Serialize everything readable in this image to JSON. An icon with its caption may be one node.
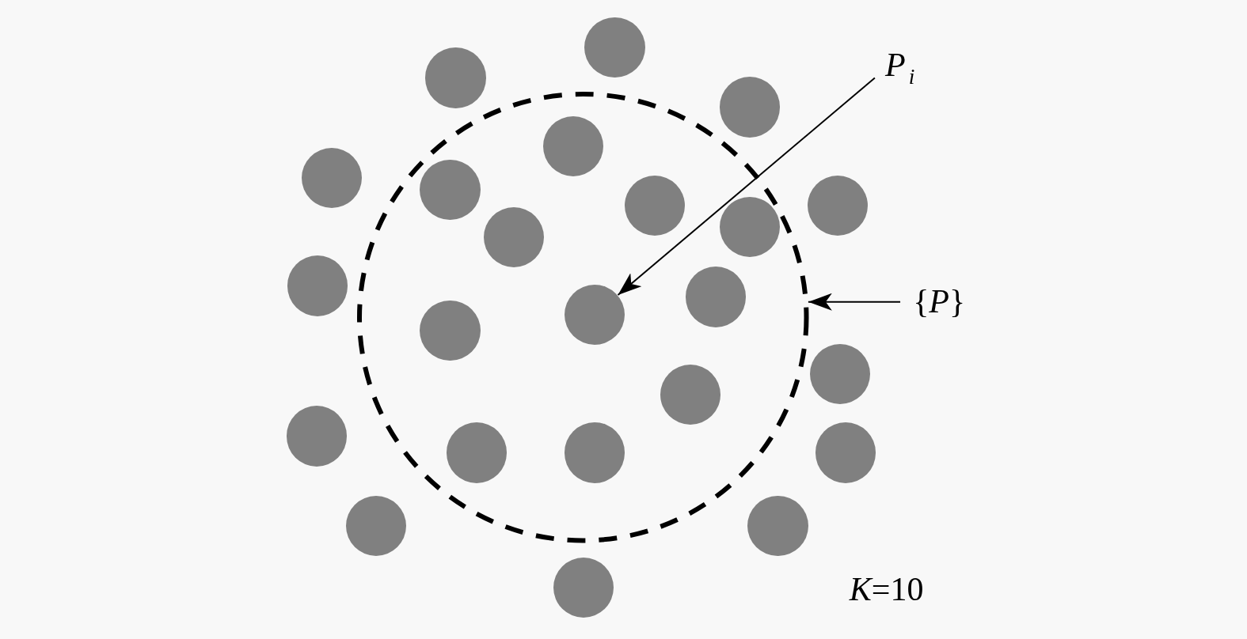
{
  "diagram": {
    "nodes": [
      {
        "text": [],
        "shape": "circle"
      },
      {
        "text": [
          "P$_{i}$"
        ]
      },
      {
        "text": [],
        "shape": "circle"
      },
      {
        "text": [],
        "shape": "circle"
      },
      {
        "text": [],
        "shape": "circle"
      },
      {
        "text": [],
        "shape": "circle",
        "in": 3
      },
      {
        "text": [],
        "shape": "circle"
      },
      {
        "text": [],
        "shape": "circle",
        "in": 3
      },
      {
        "text": [],
        "shape": "circle",
        "in": 3
      },
      {
        "text": [],
        "shape": "circle"
      },
      {
        "text": [],
        "shape": "circle",
        "in": 3
      },
      {
        "text": [],
        "shape": "circle",
        "in": 3
      },
      {
        "text": [],
        "shape": "circle"
      },
      {
        "text": [],
        "shape": "circle",
        "in": 3
      },
      {
        "text": [
          "{*P*}"
        ]
      },
      {
        "text": [],
        "shape": "circle",
        "in": 3
      },
      {
        "text": [],
        "shape": "circle",
        "in": 3
      },
      {
        "text": [],
        "shape": "circle"
      },
      {
        "text": [],
        "shape": "circle",
        "in": 3
      },
      {
        "text": [],
        "shape": "circle"
      },
      {
        "text": [],
        "shape": "circle",
        "in": 3
      },
      {
        "text": [],
        "shape": "circle",
        "in": 3
      },
      {
        "text": [],
        "shape": "circle"
      },
      {
        "text": [],
        "shape": "circle"
      },
      {
        "text": [],
        "shape": "circle"
      },
      {
        "text": [],
        "shape": "circle"
      }
    ],
    "edges": [
      {
        "from": 1,
        "to": 15,
        "arrow": "to"
      },
      {
        "from": 14,
        "to": 3,
        "arrow": "to"
      }
    ],
    "labels": [
      "*K*=10"
    ]
  }
}
